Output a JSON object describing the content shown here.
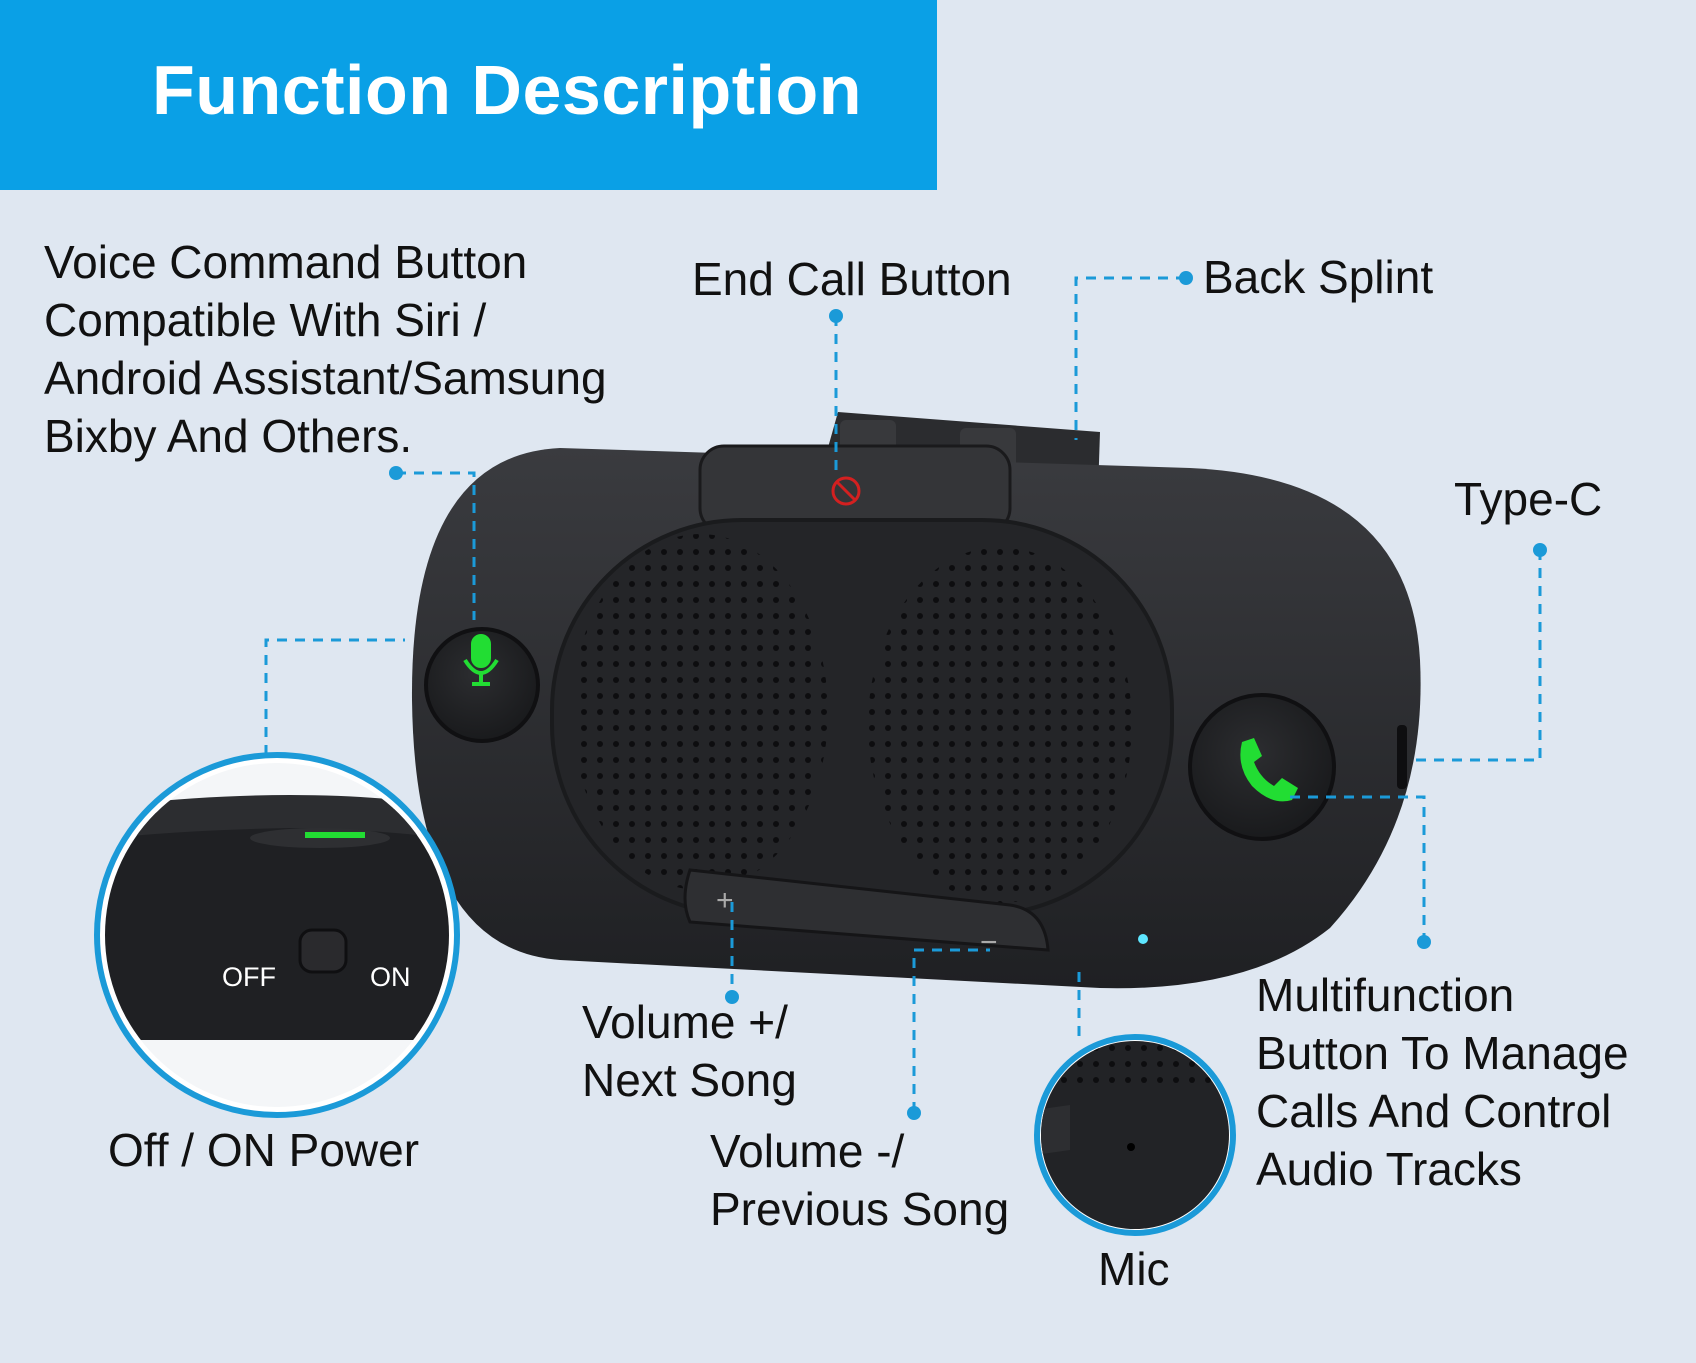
{
  "header": {
    "title": "Function Description"
  },
  "labels": {
    "voice": "Voice Command Button\nCompatible With Siri /\nAndroid Assistant/Samsung\nBixby And Others.",
    "end_call": "End Call Button",
    "back_splint": "Back Splint",
    "type_c": "Type-C",
    "multifunction": "Multifunction\nButton To Manage\nCalls And Control\nAudio Tracks",
    "vol_up": "Volume +/\nNext Song",
    "vol_down": "Volume -/\nPrevious Song",
    "mic": "Mic",
    "power": "Off / ON Power"
  },
  "switch": {
    "off": "OFF",
    "on": "ON"
  },
  "buttons": {
    "plus": "+",
    "minus": "−"
  },
  "colors": {
    "banner": "#0aa0e6",
    "callout": "#1b9ad8",
    "accent_green": "#22dd33",
    "device": "#2a2b2e"
  },
  "icons": [
    "microphone-icon",
    "phone-icon",
    "no-entry-icon",
    "speaker-grille",
    "power-switch"
  ]
}
